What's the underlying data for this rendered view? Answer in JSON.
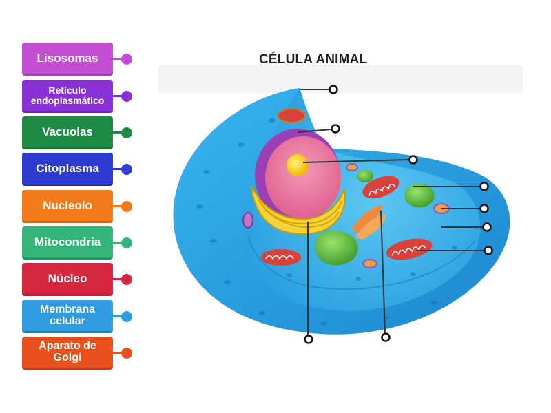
{
  "diagram": {
    "title": "CÉLULA ANIMAL"
  },
  "labels": [
    {
      "text": "Lisosomas",
      "color": "#c24fd1",
      "knob": "#c24fd1"
    },
    {
      "text": "Retículo endoplasmático",
      "color": "#8a30d9",
      "knob": "#8a30d9"
    },
    {
      "text": "Vacuolas",
      "color": "#1e8a45",
      "knob": "#1e8a45"
    },
    {
      "text": "Citoplasma",
      "color": "#2d3ccf",
      "knob": "#2d3ccf"
    },
    {
      "text": "Nucleolo",
      "color": "#f27a1a",
      "knob": "#f27a1a"
    },
    {
      "text": "Mitocondria",
      "color": "#33b57a",
      "knob": "#33b57a"
    },
    {
      "text": "Núcleo",
      "color": "#d52740",
      "knob": "#d52740"
    },
    {
      "text": "Membrana celular",
      "color": "#2e9be3",
      "knob": "#2e9be3"
    },
    {
      "text": "Aparato de Golgi",
      "color": "#e8511c",
      "knob": "#e8511c"
    }
  ]
}
